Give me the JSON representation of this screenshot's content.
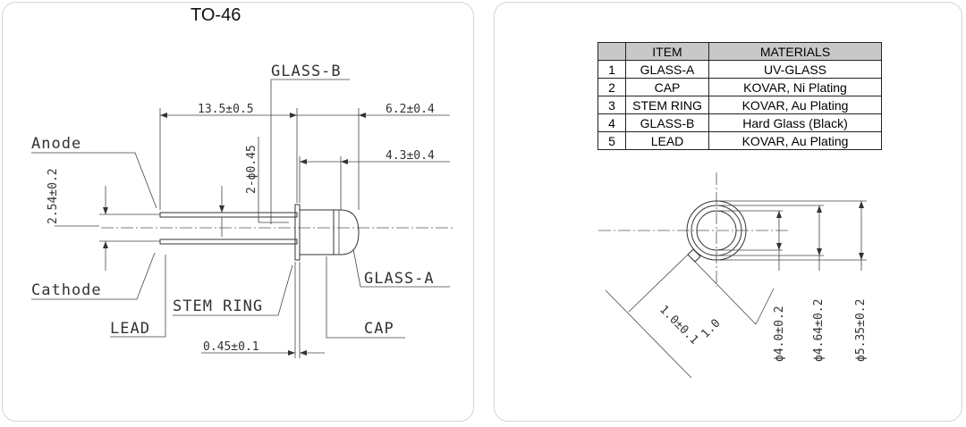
{
  "left": {
    "title": "TO-46",
    "labels": {
      "glass_b": "GLASS-B",
      "anode": "Anode",
      "cathode": "Cathode",
      "lead": "LEAD",
      "stem_ring": "STEM RING",
      "glass_a": "GLASS-A",
      "cap": "CAP"
    },
    "dims": {
      "lead_length": "13.5±0.5",
      "body_length": "6.2±0.4",
      "cap_length": "4.3±0.4",
      "lead_dia": "2-ϕ0.45",
      "pitch": "2.54±0.2",
      "stem_thickness": "0.45±0.1"
    }
  },
  "right": {
    "table": {
      "headers": [
        "",
        "ITEM",
        "MATERIALS"
      ],
      "rows": [
        [
          "1",
          "GLASS-A",
          "UV-GLASS"
        ],
        [
          "2",
          "CAP",
          "KOVAR, Ni Plating"
        ],
        [
          "3",
          "STEM RING",
          "KOVAR, Au Plating"
        ],
        [
          "4",
          "GLASS-B",
          "Hard Glass (Black)"
        ],
        [
          "5",
          "LEAD",
          "KOVAR, Au Plating"
        ]
      ]
    },
    "dims": {
      "tab_width": "1.0",
      "tab_length": "1.0±0.1",
      "d_cap": "ϕ4.0±0.2",
      "d_body": "ϕ4.64±0.2",
      "d_flange": "ϕ5.35±0.2"
    }
  }
}
